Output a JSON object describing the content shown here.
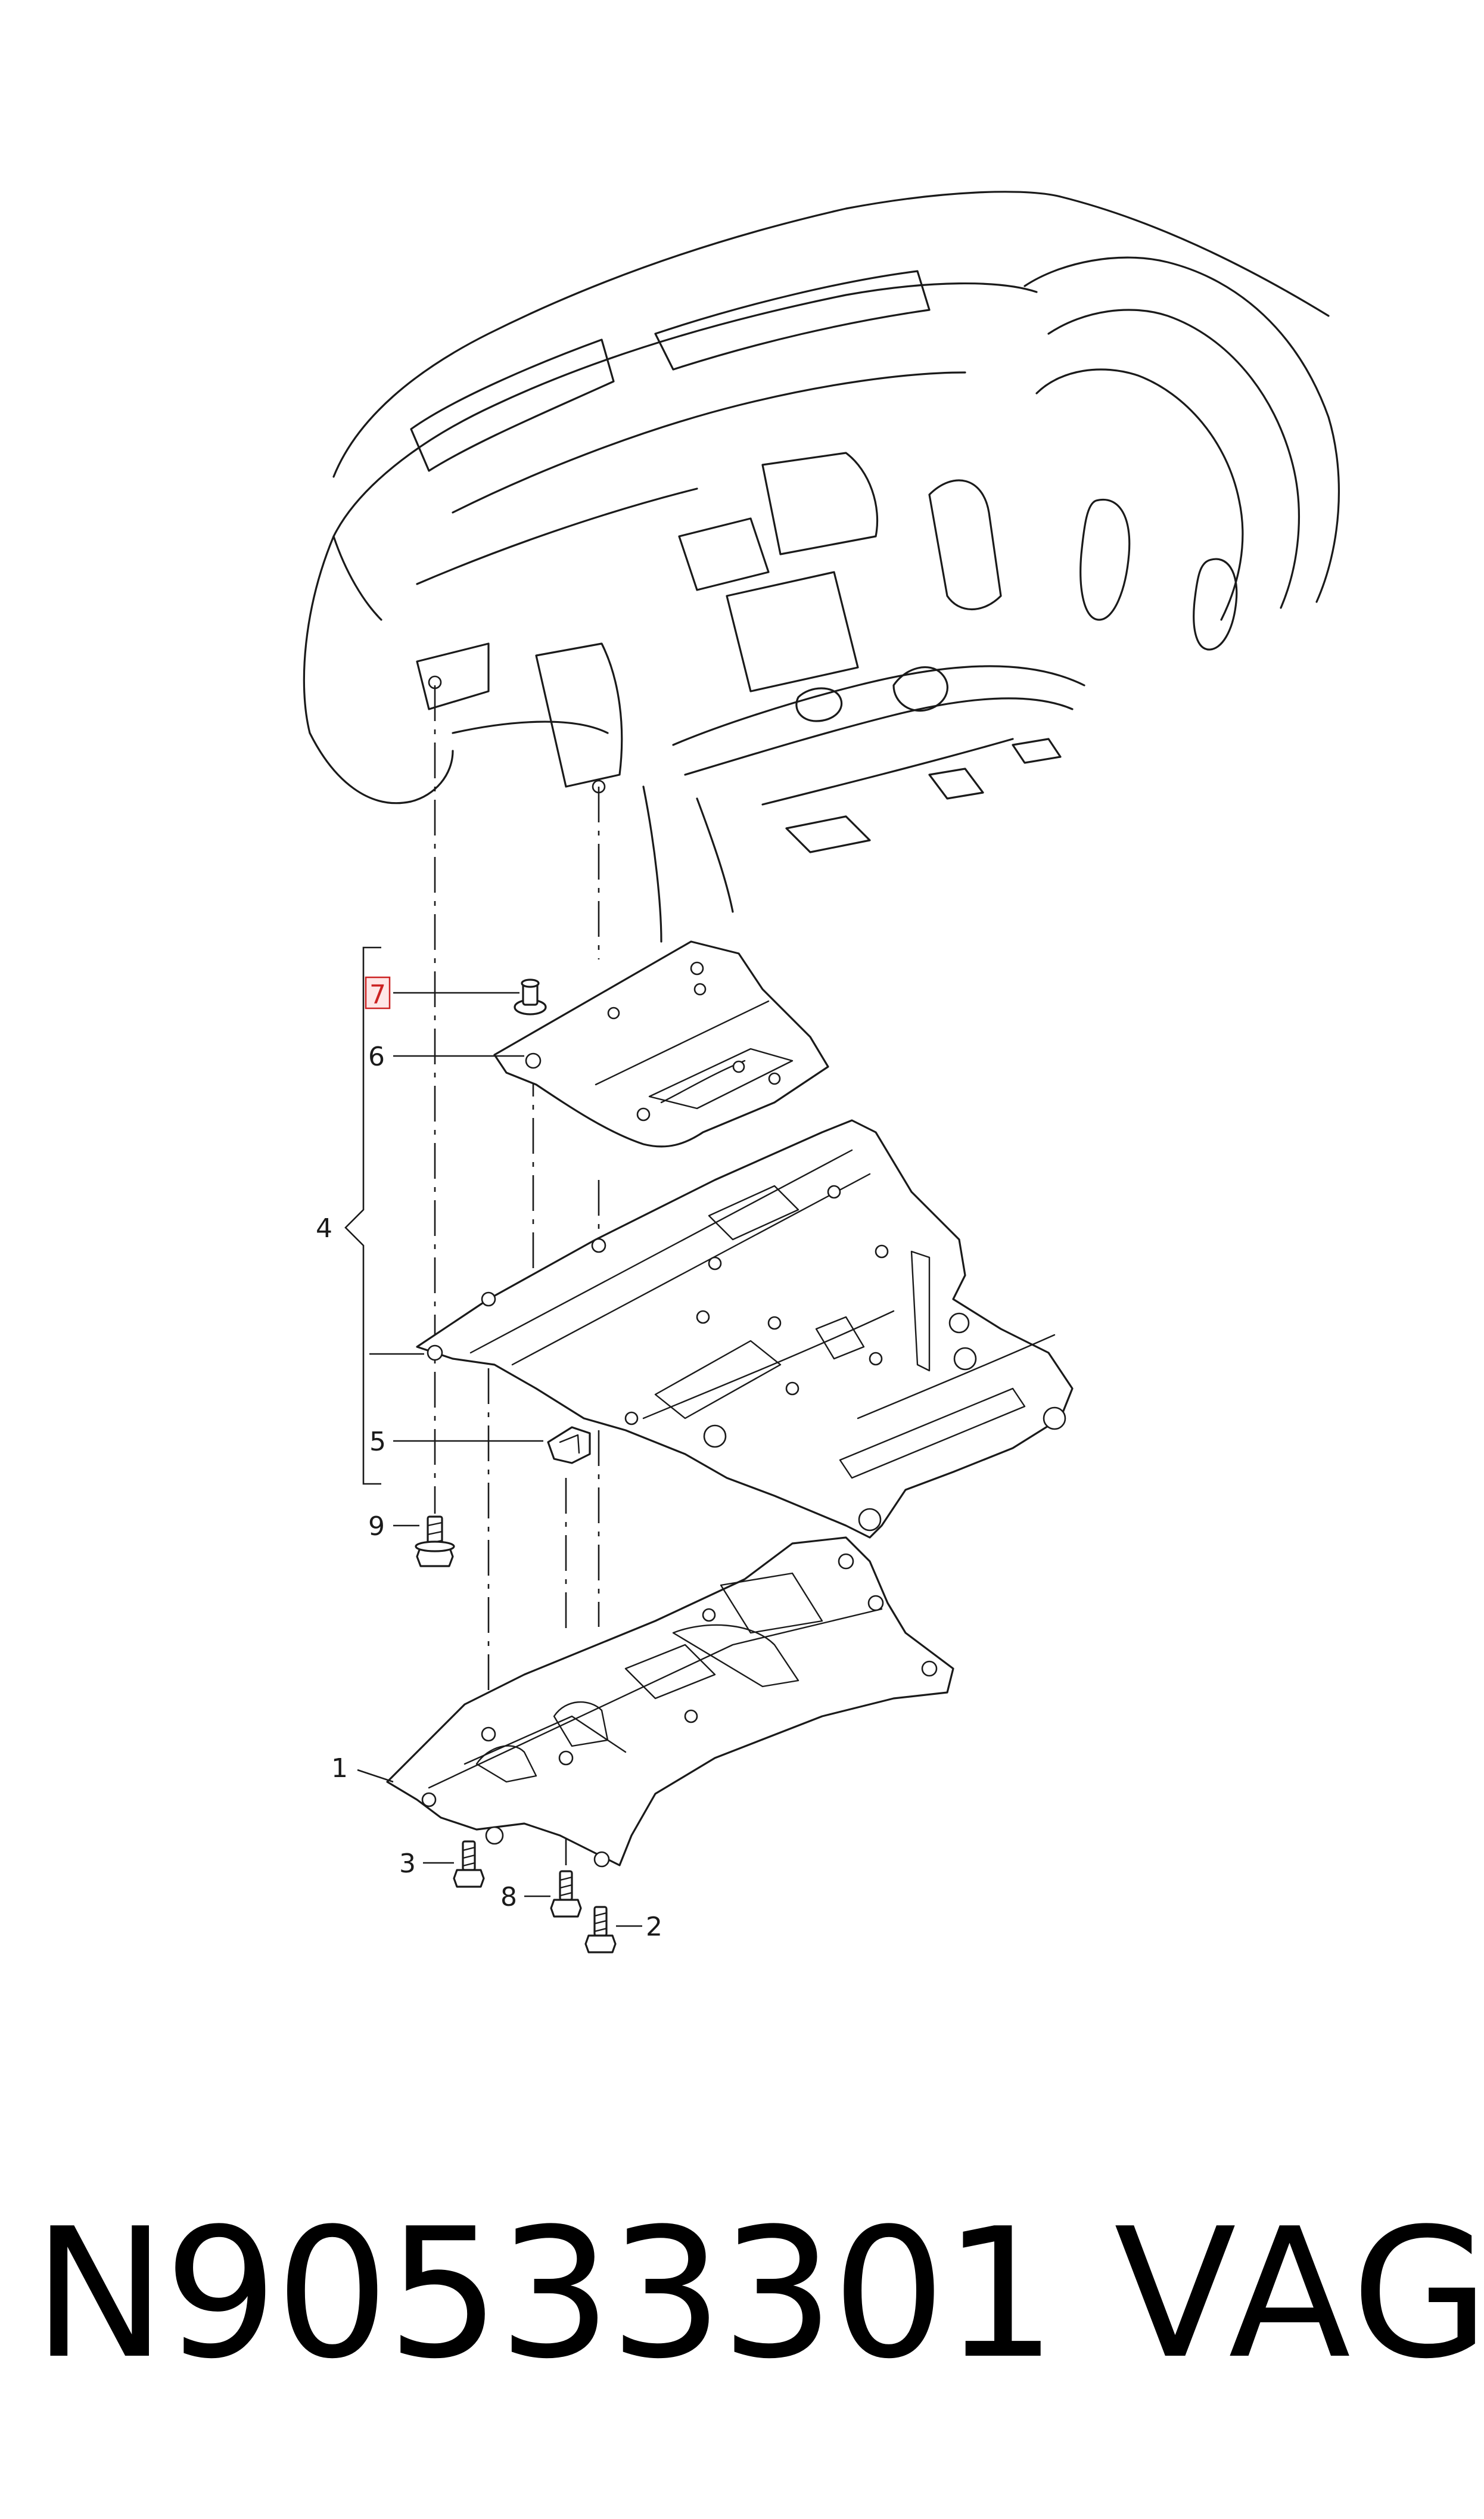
{
  "callouts": {
    "c1": "1",
    "c2": "2",
    "c3": "3",
    "c4": "4",
    "c5": "5",
    "c6": "6",
    "c7": "7",
    "c8": "8",
    "c9": "9"
  },
  "highlighted_callout": "7",
  "footer": {
    "part_number": "N90533301",
    "brand": "VAG"
  }
}
